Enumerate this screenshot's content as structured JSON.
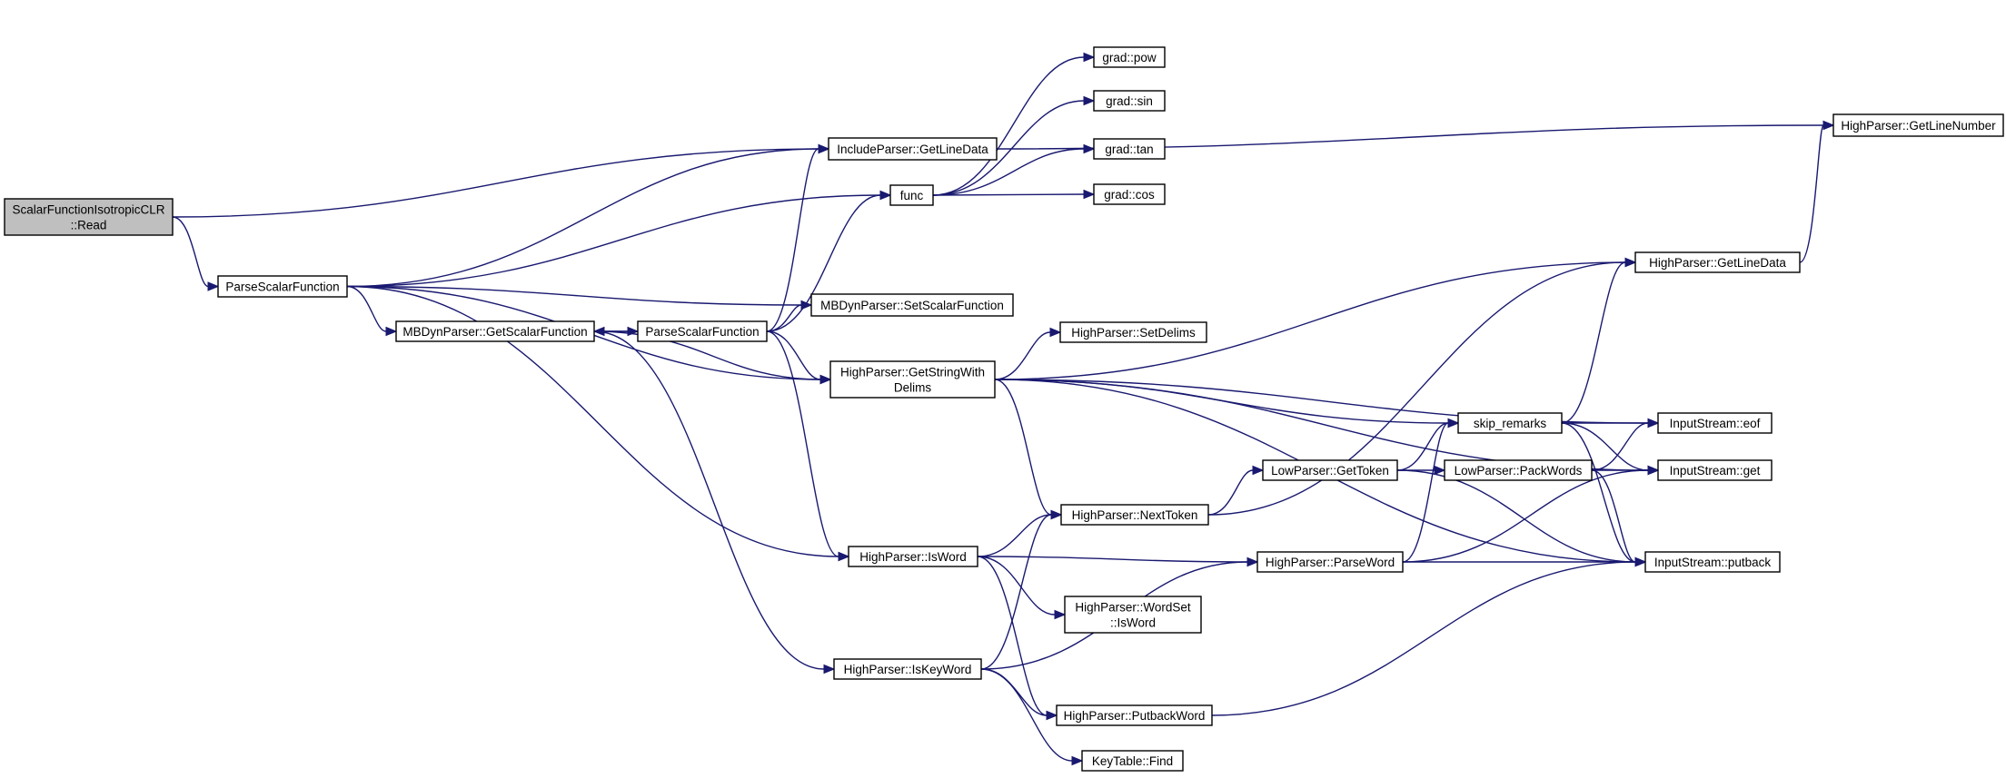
{
  "colors": {
    "edge": "#191970",
    "node_border": "#000000",
    "root_fill": "#bfbfbf",
    "node_fill": "#ffffff"
  },
  "nodes": [
    {
      "id": "root",
      "lines": [
        "ScalarFunctionIsotropicCLR",
        "::Read"
      ],
      "root": true
    },
    {
      "id": "psf1",
      "lines": [
        "ParseScalarFunction"
      ]
    },
    {
      "id": "incl",
      "lines": [
        "IncludeParser::GetLineData"
      ]
    },
    {
      "id": "func",
      "lines": [
        "func"
      ]
    },
    {
      "id": "gpow",
      "lines": [
        "grad::pow"
      ]
    },
    {
      "id": "gsin",
      "lines": [
        "grad::sin"
      ]
    },
    {
      "id": "gtan",
      "lines": [
        "grad::tan"
      ]
    },
    {
      "id": "gcos",
      "lines": [
        "grad::cos"
      ]
    },
    {
      "id": "hpgln",
      "lines": [
        "HighParser::GetLineNumber"
      ]
    },
    {
      "id": "mbset",
      "lines": [
        "MBDynParser::SetScalarFunction"
      ]
    },
    {
      "id": "mbget",
      "lines": [
        "MBDynParser::GetScalarFunction"
      ]
    },
    {
      "id": "psf2",
      "lines": [
        "ParseScalarFunction"
      ]
    },
    {
      "id": "hpgsd",
      "lines": [
        "HighParser::GetStringWith",
        "Delims"
      ]
    },
    {
      "id": "hpsd",
      "lines": [
        "HighParser::SetDelims"
      ]
    },
    {
      "id": "hpgld",
      "lines": [
        "HighParser::GetLineData"
      ]
    },
    {
      "id": "skip",
      "lines": [
        "skip_remarks"
      ]
    },
    {
      "id": "iseof",
      "lines": [
        "InputStream::eof"
      ]
    },
    {
      "id": "isget",
      "lines": [
        "InputStream::get"
      ]
    },
    {
      "id": "isput",
      "lines": [
        "InputStream::putback"
      ]
    },
    {
      "id": "lpgt",
      "lines": [
        "LowParser::GetToken"
      ]
    },
    {
      "id": "lppw",
      "lines": [
        "LowParser::PackWords"
      ]
    },
    {
      "id": "hpnt",
      "lines": [
        "HighParser::NextToken"
      ]
    },
    {
      "id": "hpiw",
      "lines": [
        "HighParser::IsWord"
      ]
    },
    {
      "id": "hppw",
      "lines": [
        "HighParser::ParseWord"
      ]
    },
    {
      "id": "hpws",
      "lines": [
        "HighParser::WordSet",
        "::IsWord"
      ]
    },
    {
      "id": "hpik",
      "lines": [
        "HighParser::IsKeyWord"
      ]
    },
    {
      "id": "hppb",
      "lines": [
        "HighParser::PutbackWord"
      ]
    },
    {
      "id": "ktf",
      "lines": [
        "KeyTable::Find"
      ]
    }
  ],
  "edges": [
    [
      "root",
      "incl"
    ],
    [
      "root",
      "psf1"
    ],
    [
      "psf1",
      "incl"
    ],
    [
      "psf1",
      "func"
    ],
    [
      "psf1",
      "mbset"
    ],
    [
      "psf1",
      "mbget"
    ],
    [
      "psf1",
      "hpgsd"
    ],
    [
      "psf1",
      "hpiw"
    ],
    [
      "incl",
      "hpgln"
    ],
    [
      "func",
      "gpow"
    ],
    [
      "func",
      "gsin"
    ],
    [
      "func",
      "gtan"
    ],
    [
      "func",
      "gcos"
    ],
    [
      "mbget",
      "psf2"
    ],
    [
      "mbget",
      "hpgsd"
    ],
    [
      "mbget",
      "hpik"
    ],
    [
      "psf2",
      "mbget"
    ],
    [
      "psf2",
      "incl"
    ],
    [
      "psf2",
      "func"
    ],
    [
      "psf2",
      "mbset"
    ],
    [
      "psf2",
      "hpgsd"
    ],
    [
      "psf2",
      "hpiw"
    ],
    [
      "hpgsd",
      "hpgld"
    ],
    [
      "hpgsd",
      "iseof"
    ],
    [
      "hpgsd",
      "hpsd"
    ],
    [
      "hpgsd",
      "isget"
    ],
    [
      "hpgsd",
      "skip"
    ],
    [
      "hpgsd",
      "hpnt"
    ],
    [
      "hpgsd",
      "isput"
    ],
    [
      "hpgld",
      "hpgln"
    ],
    [
      "skip",
      "hpgld"
    ],
    [
      "skip",
      "iseof"
    ],
    [
      "skip",
      "isget"
    ],
    [
      "skip",
      "isput"
    ],
    [
      "lpgt",
      "skip"
    ],
    [
      "lpgt",
      "lppw"
    ],
    [
      "lpgt",
      "isput"
    ],
    [
      "lppw",
      "iseof"
    ],
    [
      "lppw",
      "isget"
    ],
    [
      "lppw",
      "isput"
    ],
    [
      "hpnt",
      "hpgld"
    ],
    [
      "hpnt",
      "lpgt"
    ],
    [
      "hpiw",
      "hpnt"
    ],
    [
      "hpiw",
      "hppw"
    ],
    [
      "hpiw",
      "hpws"
    ],
    [
      "hpiw",
      "hppb"
    ],
    [
      "hppw",
      "skip"
    ],
    [
      "hppw",
      "isget"
    ],
    [
      "hppw",
      "isput"
    ],
    [
      "hpik",
      "hpnt"
    ],
    [
      "hpik",
      "hppw"
    ],
    [
      "hpik",
      "hppb"
    ],
    [
      "hpik",
      "ktf"
    ],
    [
      "hppb",
      "isput"
    ]
  ]
}
